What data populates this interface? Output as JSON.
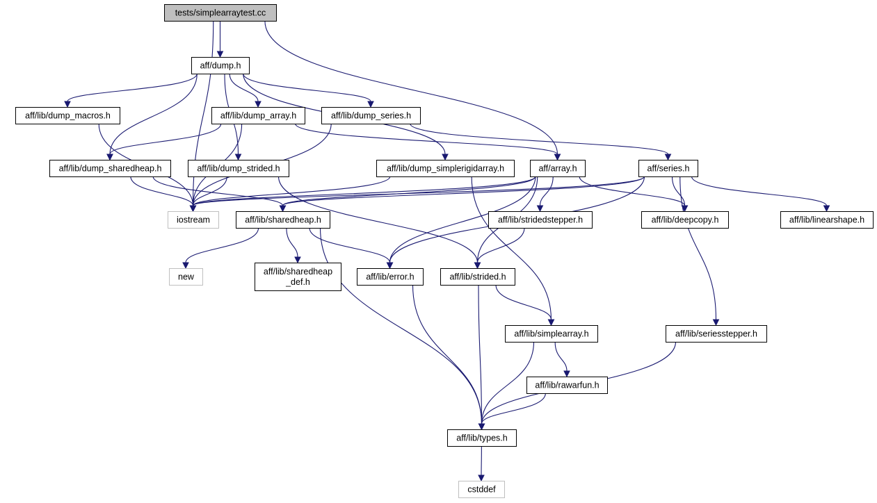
{
  "nodes": [
    {
      "id": "root",
      "lines": [
        "tests/simplearraytest.cc"
      ],
      "kind": "root"
    },
    {
      "id": "dump",
      "lines": [
        "aff/dump.h"
      ],
      "kind": "file"
    },
    {
      "id": "dump_macros",
      "lines": [
        "aff/lib/dump_macros.h"
      ],
      "kind": "file"
    },
    {
      "id": "dump_array",
      "lines": [
        "aff/lib/dump_array.h"
      ],
      "kind": "file"
    },
    {
      "id": "dump_series",
      "lines": [
        "aff/lib/dump_series.h"
      ],
      "kind": "file"
    },
    {
      "id": "dump_sharedheap",
      "lines": [
        "aff/lib/dump_sharedheap.h"
      ],
      "kind": "file"
    },
    {
      "id": "dump_strided",
      "lines": [
        "aff/lib/dump_strided.h"
      ],
      "kind": "file"
    },
    {
      "id": "dump_simplerigidarray",
      "lines": [
        "aff/lib/dump_simplerigidarray.h"
      ],
      "kind": "file"
    },
    {
      "id": "array",
      "lines": [
        "aff/array.h"
      ],
      "kind": "file"
    },
    {
      "id": "series",
      "lines": [
        "aff/series.h"
      ],
      "kind": "file"
    },
    {
      "id": "iostream",
      "lines": [
        "iostream"
      ],
      "kind": "system"
    },
    {
      "id": "sharedheap",
      "lines": [
        "aff/lib/sharedheap.h"
      ],
      "kind": "file"
    },
    {
      "id": "stridedstepper",
      "lines": [
        "aff/lib/stridedstepper.h"
      ],
      "kind": "file"
    },
    {
      "id": "deepcopy",
      "lines": [
        "aff/lib/deepcopy.h"
      ],
      "kind": "file"
    },
    {
      "id": "linearshape",
      "lines": [
        "aff/lib/linearshape.h"
      ],
      "kind": "file"
    },
    {
      "id": "new",
      "lines": [
        "new"
      ],
      "kind": "system"
    },
    {
      "id": "sharedheap_def",
      "lines": [
        "aff/lib/sharedheap",
        "_def.h"
      ],
      "kind": "file"
    },
    {
      "id": "error",
      "lines": [
        "aff/lib/error.h"
      ],
      "kind": "file"
    },
    {
      "id": "strided",
      "lines": [
        "aff/lib/strided.h"
      ],
      "kind": "file"
    },
    {
      "id": "simplearray",
      "lines": [
        "aff/lib/simplearray.h"
      ],
      "kind": "file"
    },
    {
      "id": "seriesstepper",
      "lines": [
        "aff/lib/seriesstepper.h"
      ],
      "kind": "file"
    },
    {
      "id": "rawarfun",
      "lines": [
        "aff/lib/rawarfun.h"
      ],
      "kind": "file"
    },
    {
      "id": "types",
      "lines": [
        "aff/lib/types.h"
      ],
      "kind": "file"
    },
    {
      "id": "cstddef",
      "lines": [
        "cstddef"
      ],
      "kind": "system"
    }
  ],
  "edges": [
    [
      "root",
      "dump"
    ],
    [
      "root",
      "iostream"
    ],
    [
      "root",
      "array"
    ],
    [
      "dump",
      "dump_macros"
    ],
    [
      "dump",
      "dump_array"
    ],
    [
      "dump",
      "dump_series"
    ],
    [
      "dump",
      "dump_sharedheap"
    ],
    [
      "dump",
      "dump_strided"
    ],
    [
      "dump",
      "dump_simplerigidarray"
    ],
    [
      "dump_macros",
      "iostream"
    ],
    [
      "dump_array",
      "dump_sharedheap"
    ],
    [
      "dump_array",
      "iostream"
    ],
    [
      "dump_array",
      "array"
    ],
    [
      "dump_series",
      "iostream"
    ],
    [
      "dump_series",
      "series"
    ],
    [
      "dump_sharedheap",
      "iostream"
    ],
    [
      "dump_sharedheap",
      "sharedheap"
    ],
    [
      "dump_strided",
      "iostream"
    ],
    [
      "dump_strided",
      "strided"
    ],
    [
      "dump_simplerigidarray",
      "iostream"
    ],
    [
      "dump_simplerigidarray",
      "simplearray"
    ],
    [
      "array",
      "iostream"
    ],
    [
      "array",
      "sharedheap"
    ],
    [
      "array",
      "error"
    ],
    [
      "array",
      "strided"
    ],
    [
      "array",
      "stridedstepper"
    ],
    [
      "array",
      "deepcopy"
    ],
    [
      "series",
      "iostream"
    ],
    [
      "series",
      "sharedheap"
    ],
    [
      "series",
      "error"
    ],
    [
      "series",
      "deepcopy"
    ],
    [
      "series",
      "linearshape"
    ],
    [
      "series",
      "seriesstepper"
    ],
    [
      "sharedheap",
      "new"
    ],
    [
      "sharedheap",
      "sharedheap_def"
    ],
    [
      "sharedheap",
      "error"
    ],
    [
      "sharedheap",
      "types"
    ],
    [
      "stridedstepper",
      "strided"
    ],
    [
      "error",
      "types"
    ],
    [
      "strided",
      "types"
    ],
    [
      "strided",
      "simplearray"
    ],
    [
      "simplearray",
      "rawarfun"
    ],
    [
      "simplearray",
      "types"
    ],
    [
      "rawarfun",
      "types"
    ],
    [
      "seriesstepper",
      "types"
    ],
    [
      "types",
      "cstddef"
    ]
  ]
}
